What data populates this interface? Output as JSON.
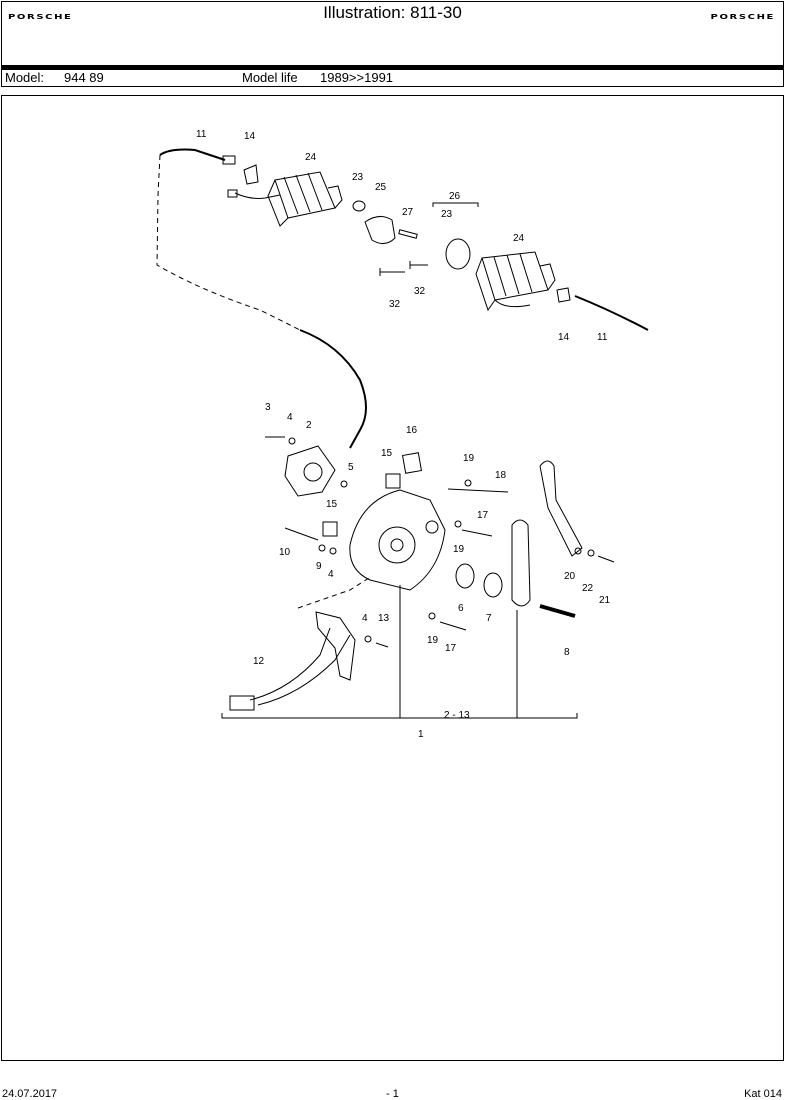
{
  "header": {
    "brand_left": "PORSCHE",
    "brand_right": "PORSCHE",
    "title": "Illustration: 811-30"
  },
  "model_row": {
    "model_label": "Model:",
    "model_value": "944 89",
    "life_label": "Model life",
    "life_value": "1989>>1991"
  },
  "callouts": {
    "c11a": "11",
    "c14a": "14",
    "c24a": "24",
    "c23a": "23",
    "c25": "25",
    "c26": "26",
    "c23b": "23",
    "c27": "27",
    "c24b": "24",
    "c32a": "32",
    "c32b": "32",
    "c14b": "14",
    "c11b": "11",
    "c16": "16",
    "c3": "3",
    "c4a": "4",
    "c2": "2",
    "c15a": "15",
    "c19a": "19",
    "c18": "18",
    "c5": "5",
    "c15b": "15",
    "c17a": "17",
    "c19b": "19",
    "c10": "10",
    "c9": "9",
    "c4b": "4",
    "c6": "6",
    "c7": "7",
    "c20": "20",
    "c22": "22",
    "c21": "21",
    "c4c": "4",
    "c13": "13",
    "c19c": "19",
    "c17b": "17",
    "c8": "8",
    "c12": "12",
    "range_label": "2 - 13",
    "c1": "1"
  },
  "footer": {
    "date": "24.07.2017",
    "page": "- 1",
    "catalog": "Kat 014"
  }
}
